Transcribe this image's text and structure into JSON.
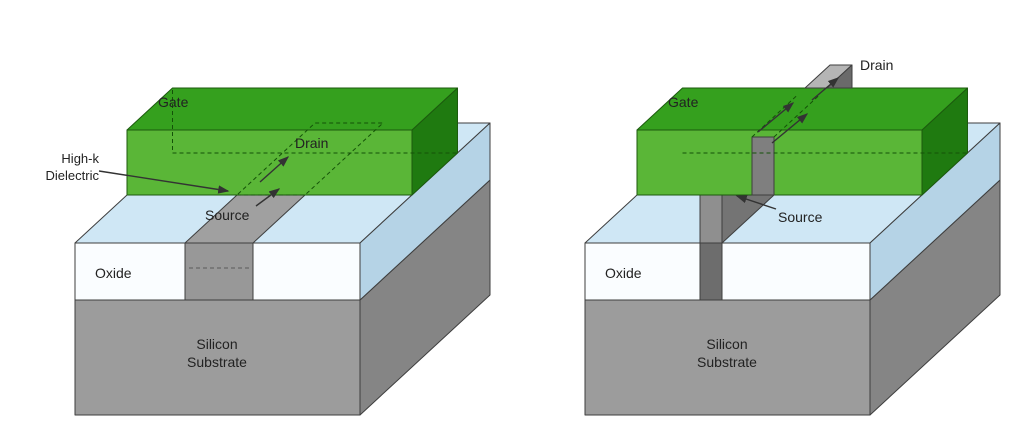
{
  "left": {
    "labels": {
      "gate": "Gate",
      "drain": "Drain",
      "source": "Source",
      "high_k_line1": "High-k",
      "high_k_line2": "Dielectric",
      "oxide": "Oxide",
      "substrate_line1": "Silicon",
      "substrate_line2": "Substrate"
    }
  },
  "right": {
    "labels": {
      "gate": "Gate",
      "drain": "Drain",
      "source": "Source",
      "oxide": "Oxide",
      "substrate_line1": "Silicon",
      "substrate_line2": "Substrate"
    }
  },
  "colors": {
    "gate_top": "#35a01e",
    "gate_front": "#5ab637",
    "gate_side": "#1f7a10",
    "oxide_top": "#cfe7f5",
    "oxide_front": "#fafdff",
    "oxide_side": "#b5d3e6",
    "substrate_front": "#9c9c9c",
    "substrate_side": "#858585",
    "silicon_strip": "#a0a0a0",
    "slot_left": "#989898",
    "fin_front": "#8f8f8f",
    "fin_top": "#b5b5b5",
    "fin_side": "#747474",
    "fin_slot": "#6d6d6d",
    "fin_section": "#7f7f7f",
    "fin_tip_side": "#6a6a6a"
  }
}
